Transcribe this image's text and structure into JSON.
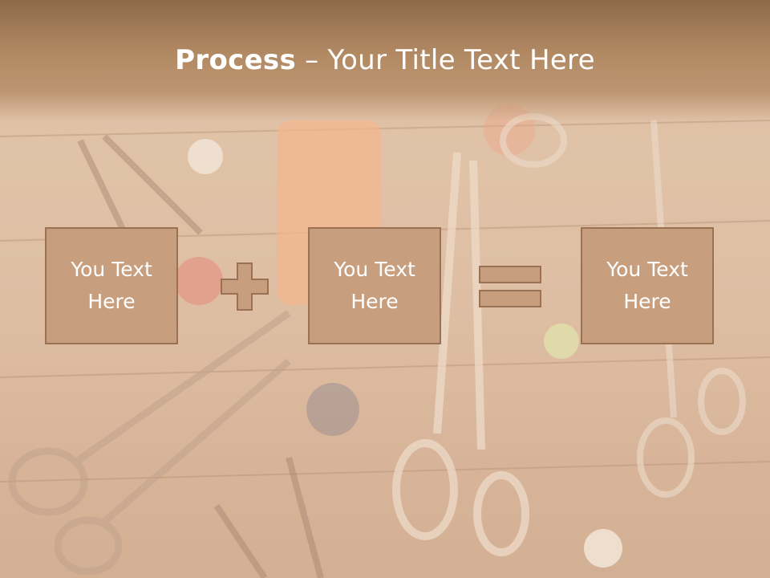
{
  "slide": {
    "title_bold": "Process",
    "title_rest": " – Your Title Text Here"
  },
  "boxes": [
    {
      "text": "You Text Here"
    },
    {
      "text": "You Text Here"
    },
    {
      "text": "You Text Here"
    }
  ],
  "operators": {
    "first": "plus-icon",
    "second": "equals-icon"
  },
  "colors": {
    "title_band": "#b18a64",
    "box_fill": "#c79f7f",
    "box_border": "#9a7152",
    "text": "#ffffff"
  },
  "background": {
    "description_icon": "sewing-scissors-buttons-wood-photo"
  }
}
